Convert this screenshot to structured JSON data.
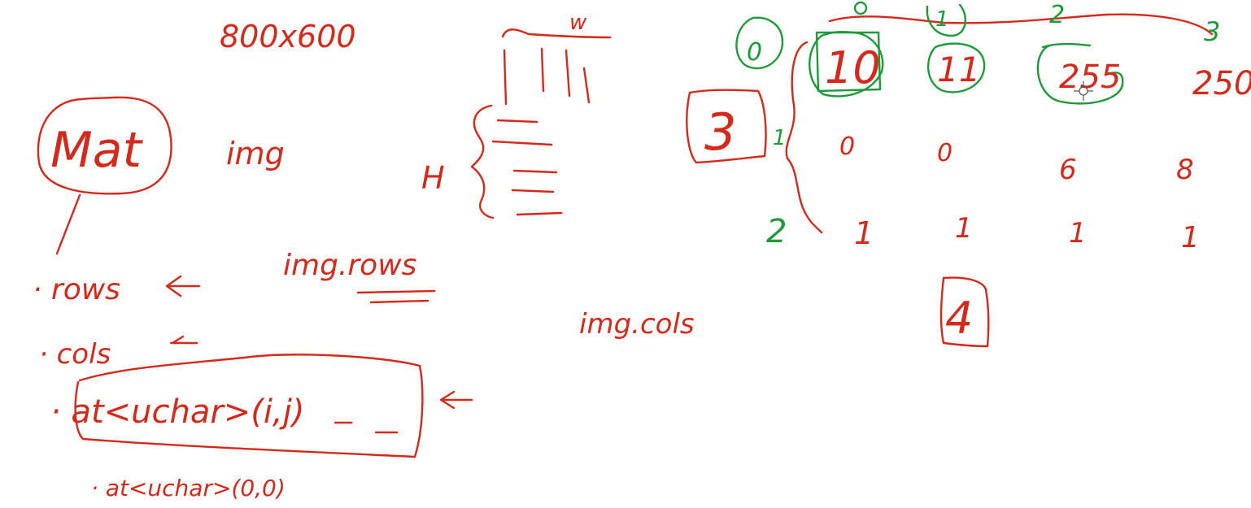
{
  "colors": {
    "background": "#ffffff",
    "ink_red": "#d42a1c",
    "ink_green": "#1f9a3a"
  },
  "left_notes": {
    "resolution": "800x600",
    "mat": "Mat",
    "img": "img",
    "rows": "· rows",
    "cols": "· cols",
    "at": "· at<uchar>(i,j)",
    "at_example": "· at<uchar>(0,0)"
  },
  "middle_notes": {
    "w_label": "w",
    "h_label": "H",
    "img_rows": "img.rows",
    "img_cols": "img.cols"
  },
  "matrix": {
    "col_indices": [
      "0",
      "1",
      "2",
      "3"
    ],
    "row_indices": [
      "0",
      "1",
      "2"
    ],
    "row0": [
      "10",
      "11",
      "255",
      "250"
    ],
    "row1": [
      "0",
      "0",
      "6",
      "8"
    ],
    "row2": [
      "1",
      "1",
      "1",
      "1"
    ],
    "boxed_rows": "3",
    "boxed_cols": "4"
  },
  "cursor_icon": "crosshair-cursor-icon"
}
